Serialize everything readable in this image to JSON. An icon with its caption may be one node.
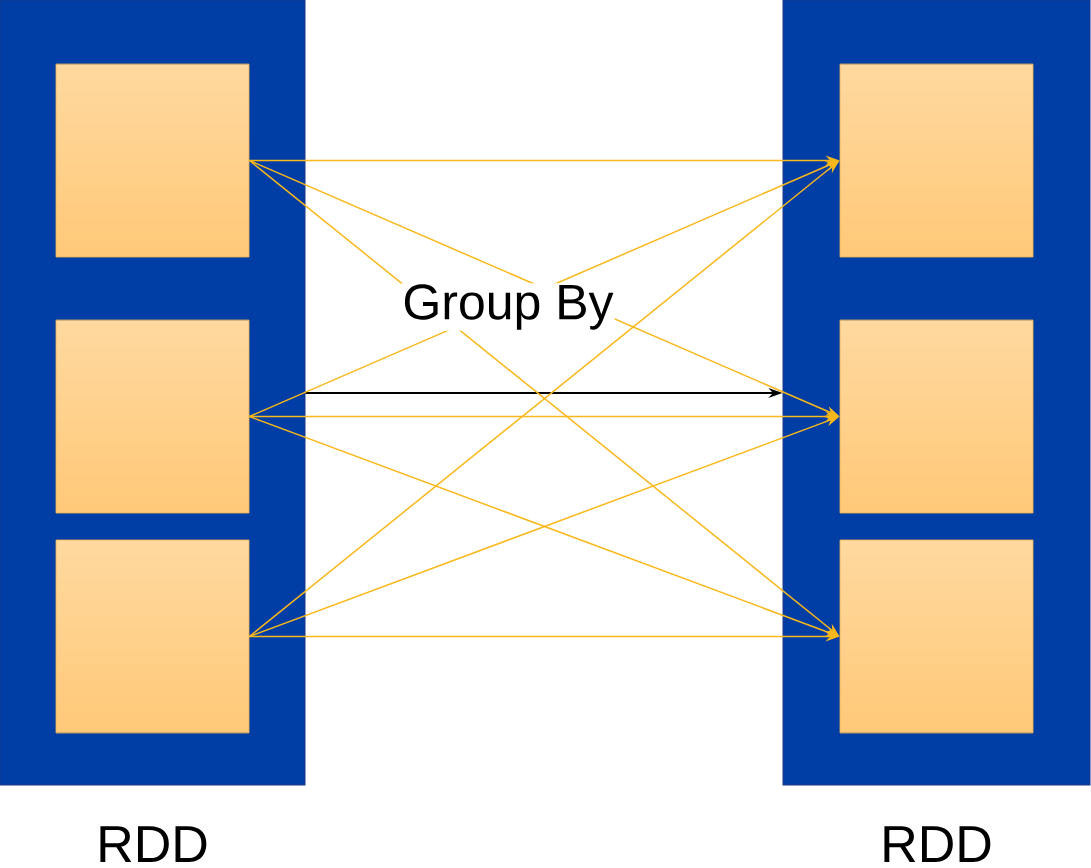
{
  "diagram": {
    "nodes": [
      {
        "text": [
          "RDD"
        ]
      },
      {
        "text": [],
        "shape": "box",
        "in": 0
      },
      {
        "text": [],
        "shape": "box",
        "in": 0
      },
      {
        "text": [],
        "shape": "box",
        "in": 0
      },
      {
        "text": [
          "RDD"
        ]
      },
      {
        "text": [],
        "shape": "box",
        "in": 4
      },
      {
        "text": [],
        "shape": "box",
        "in": 4
      },
      {
        "text": [],
        "shape": "box",
        "in": 4
      }
    ],
    "edges": [
      {
        "from": 0,
        "to": 4,
        "arrow": "to",
        "label": "Group By",
        "color": "#000000"
      },
      {
        "from": 1,
        "to": 5,
        "arrow": "to"
      },
      {
        "from": 1,
        "to": 6,
        "arrow": "to"
      },
      {
        "from": 1,
        "to": 7,
        "arrow": "to"
      },
      {
        "from": 2,
        "to": 5,
        "arrow": "to"
      },
      {
        "from": 2,
        "to": 6,
        "arrow": "to"
      },
      {
        "from": 2,
        "to": 7,
        "arrow": "to"
      },
      {
        "from": 3,
        "to": 5,
        "arrow": "to"
      },
      {
        "from": 3,
        "to": 6,
        "arrow": "to"
      },
      {
        "from": 3,
        "to": 7,
        "arrow": "to"
      }
    ]
  }
}
